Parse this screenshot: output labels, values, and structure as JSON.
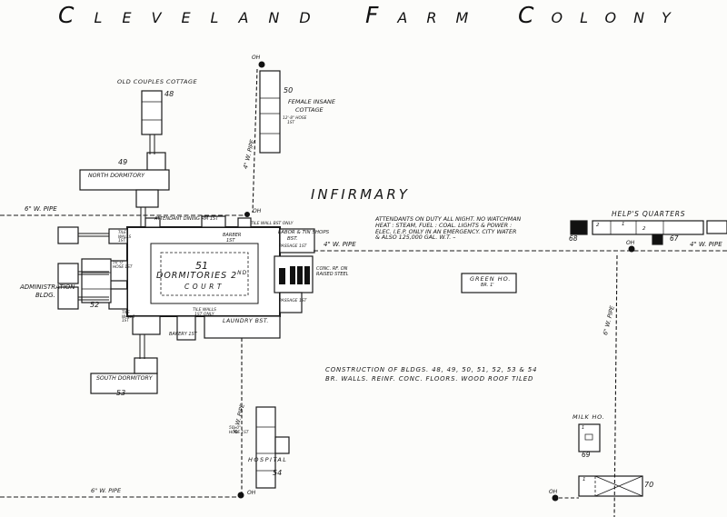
{
  "title": {
    "word1": "CLEVELAND",
    "word2": "FARM",
    "word3": "COLONY"
  },
  "heading": {
    "infirmary": "INFIRMARY"
  },
  "markers": {
    "oh": "OH"
  },
  "pipes": {
    "p6": "6\" W. PIPE",
    "p4": "4\" W. PIPE"
  },
  "notes": {
    "attendants_l1": "ATTENDANTS ON DUTY  ALL NIGHT.  NO WATCHMAN",
    "attendants_l2": "HEAT : STEAM,  FUEL : COAL.    LIGHTS  &  POWER :",
    "attendants_l3": "ELEC. I.E.P. ONLY IN AN EMERGENCY.  CITY WATER",
    "attendants_l4": "& ALSO  125,000  GAL.  W.T. –",
    "construction_l1": "CONSTRUCTION  OF  BLDGS.  48, 49, 50, 51, 52, 53 & 54",
    "construction_l2": "BR. WALLS.   REINF. CONC. FLOORS.   WOOD  ROOF  TILED"
  },
  "buildings": {
    "cottage48": {
      "label": "OLD COUPLES COTTAGE",
      "number": "48"
    },
    "cottage50": {
      "label_l1": "FEMALE INSANE",
      "label_l2": "COTTAGE",
      "number": "50"
    },
    "dorm49": {
      "label": "NORTH DORMITORY",
      "number": "49"
    },
    "complex51": {
      "number": "51",
      "label": "DORMITORIES 2",
      "label_sup": "ND.",
      "court": "COURT"
    },
    "admin52": {
      "label_l1": "ADMINISTRATION",
      "label_l2": "BLDG.",
      "number": "52"
    },
    "dorm53": {
      "label": "SOUTH DORMITORY",
      "number": "53"
    },
    "hospital54": {
      "label": "HOSPITAL",
      "number": "54"
    },
    "helps": {
      "label": "HELP'S QUARTERS",
      "number67": "67",
      "number68": "68",
      "floor1": "1",
      "floor2": "2"
    },
    "greenhouse": {
      "label": "GREEN HO.",
      "sub": "BR. 1'"
    },
    "milk69": {
      "label": "MILK HO.",
      "number": "69",
      "floor": "1"
    },
    "shed70": {
      "number": "70",
      "floor": "1"
    }
  },
  "annotations": {
    "attendant_dining": "ATTENDANT DINING RM 1ST",
    "tile_wall_bst": "TILE WALL BST ONLY",
    "labor_l1": "LABOR & TIN SHOPS",
    "labor_l2": "BST.",
    "passage": "PASSAGE 1ST",
    "barber_l1": "BARBER",
    "barber_l2": "1ST",
    "laundry": "LAUNDRY  BST.",
    "bakery": "BAKERY 1ST",
    "tile_only_l1": "TILE WALLS",
    "tile_only_l2": "1ST ONLY",
    "tile_walls": "TILE WALLS 1ST",
    "conc_l1": "CONC. RF. ON",
    "conc_l2": "RAISED STEEL",
    "hose_l1": "50'-0\"",
    "hose_l2": "HOSE 1ST",
    "hose_fem_l1": "12'-8\" HOSE",
    "hose_fem_l2": "1ST"
  }
}
